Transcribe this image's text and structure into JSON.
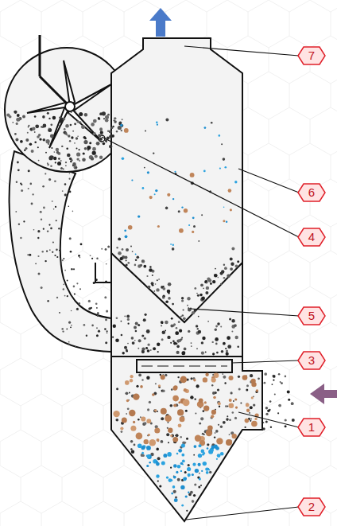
{
  "diagram": {
    "labels": [
      "7",
      "6",
      "4",
      "5",
      "3",
      "1",
      "2"
    ]
  }
}
